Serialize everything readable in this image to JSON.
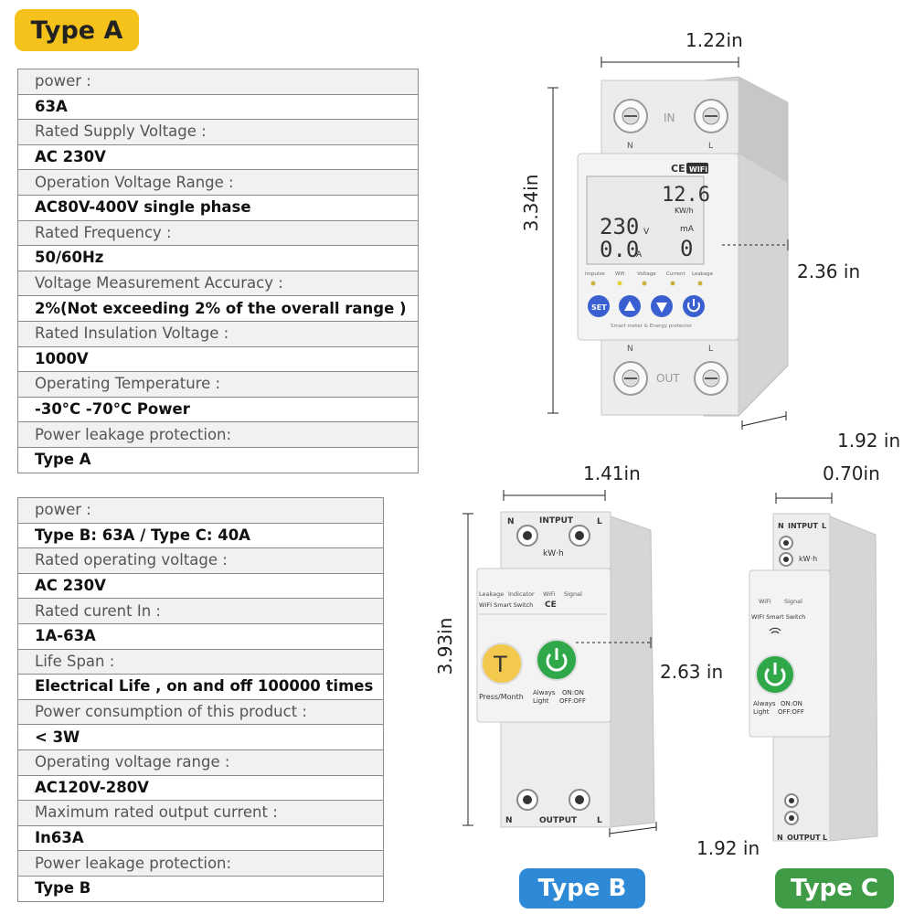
{
  "badges": {
    "a": "Type A",
    "b": "Type B",
    "c": "Type C"
  },
  "spec_a": [
    {
      "label": "power :",
      "value": "63A"
    },
    {
      "label": "Rated Supply Voltage :",
      "value": "AC 230V"
    },
    {
      "label": "Operation Voltage Range :",
      "value": "AC80V-400V single phase"
    },
    {
      "label": "Rated Frequency :",
      "value": "50/60Hz"
    },
    {
      "label": "Voltage Measurement Accuracy :",
      "value": "2%(Not exceeding 2% of the overall range )"
    },
    {
      "label": "Rated Insulation Voltage :",
      "value": "1000V"
    },
    {
      "label": "Operating Temperature :",
      "value": "-30°C -70°C Power"
    },
    {
      "label": "Power leakage protection:",
      "value": "Type A"
    }
  ],
  "spec_b": [
    {
      "label": "power :",
      "value": "Type B: 63A / Type C: 40A"
    },
    {
      "label": "Rated operating voltage :",
      "value": "AC 230V"
    },
    {
      "label": "Rated curent In :",
      "value": "1A-63A"
    },
    {
      "label": "Life Span :",
      "value": "Electrical Life , on and off 100000 times"
    },
    {
      "label": "Power consumption of this product :",
      "value": "< 3W"
    },
    {
      "label": "Operating voltage range :",
      "value": "AC120V-280V"
    },
    {
      "label": "Maximum rated output current :",
      "value": "In63A"
    },
    {
      "label": "Power leakage protection:",
      "value": "Type B"
    }
  ],
  "dims": {
    "a_width": "1.22in",
    "a_height": "3.34in",
    "a_depth": "2.36 in",
    "a_side": "1.92 in",
    "b_width": "1.41in",
    "b_height": "3.93in",
    "b_depth": "2.63 in",
    "b_side": "1.92 in",
    "c_width": "0.70in"
  },
  "device_a": {
    "top_label": "IN",
    "bottom_label": "OUT",
    "n": "N",
    "l": "L",
    "ce": "CE",
    "wifi_badge": "WIFi",
    "energy": "12.6",
    "energy_unit": "KW/h",
    "voltage": "230",
    "voltage_unit": "V",
    "current": "0.0",
    "current_unit": "A",
    "leak": "0",
    "leak_unit": "mA",
    "indicators": [
      "Impulse",
      "Wifi",
      "Voltage",
      "Current",
      "Leakage"
    ],
    "buttons": {
      "set": "SET"
    },
    "caption": "Smart meter & Energy protector"
  },
  "device_b": {
    "top": "INTPUT",
    "bottom": "OUTPUT",
    "n": "N",
    "l": "L",
    "meter": "kW·h",
    "leakage": "Leakage",
    "indicator": "Indicator",
    "wifi": "WiFi",
    "signal": "Signal",
    "title": "WIFI Smart Switch",
    "ce": "CE",
    "t_button": "T",
    "press": "Press/Month",
    "always": "Always",
    "light": "Light",
    "on_on": "ON:ON",
    "off_off": "OFF:OFF"
  },
  "device_c": {
    "top": "INTPUT",
    "bottom": "OUTPUT",
    "n": "N",
    "l": "L",
    "meter": "kW·h",
    "wifi": "WiFi",
    "signal": "Signal",
    "title": "WIFI Smart Switch",
    "always": "Always",
    "light": "Light",
    "on_on": "ON:ON",
    "off_off": "OFF:OFF"
  },
  "colors": {
    "type_a": "#f4c21a",
    "type_b": "#2e8ad6",
    "type_c": "#3f9b46",
    "power_green": "#2fa84a",
    "button_blue": "#3a5fd0",
    "t_yellow": "#f2c94c"
  }
}
